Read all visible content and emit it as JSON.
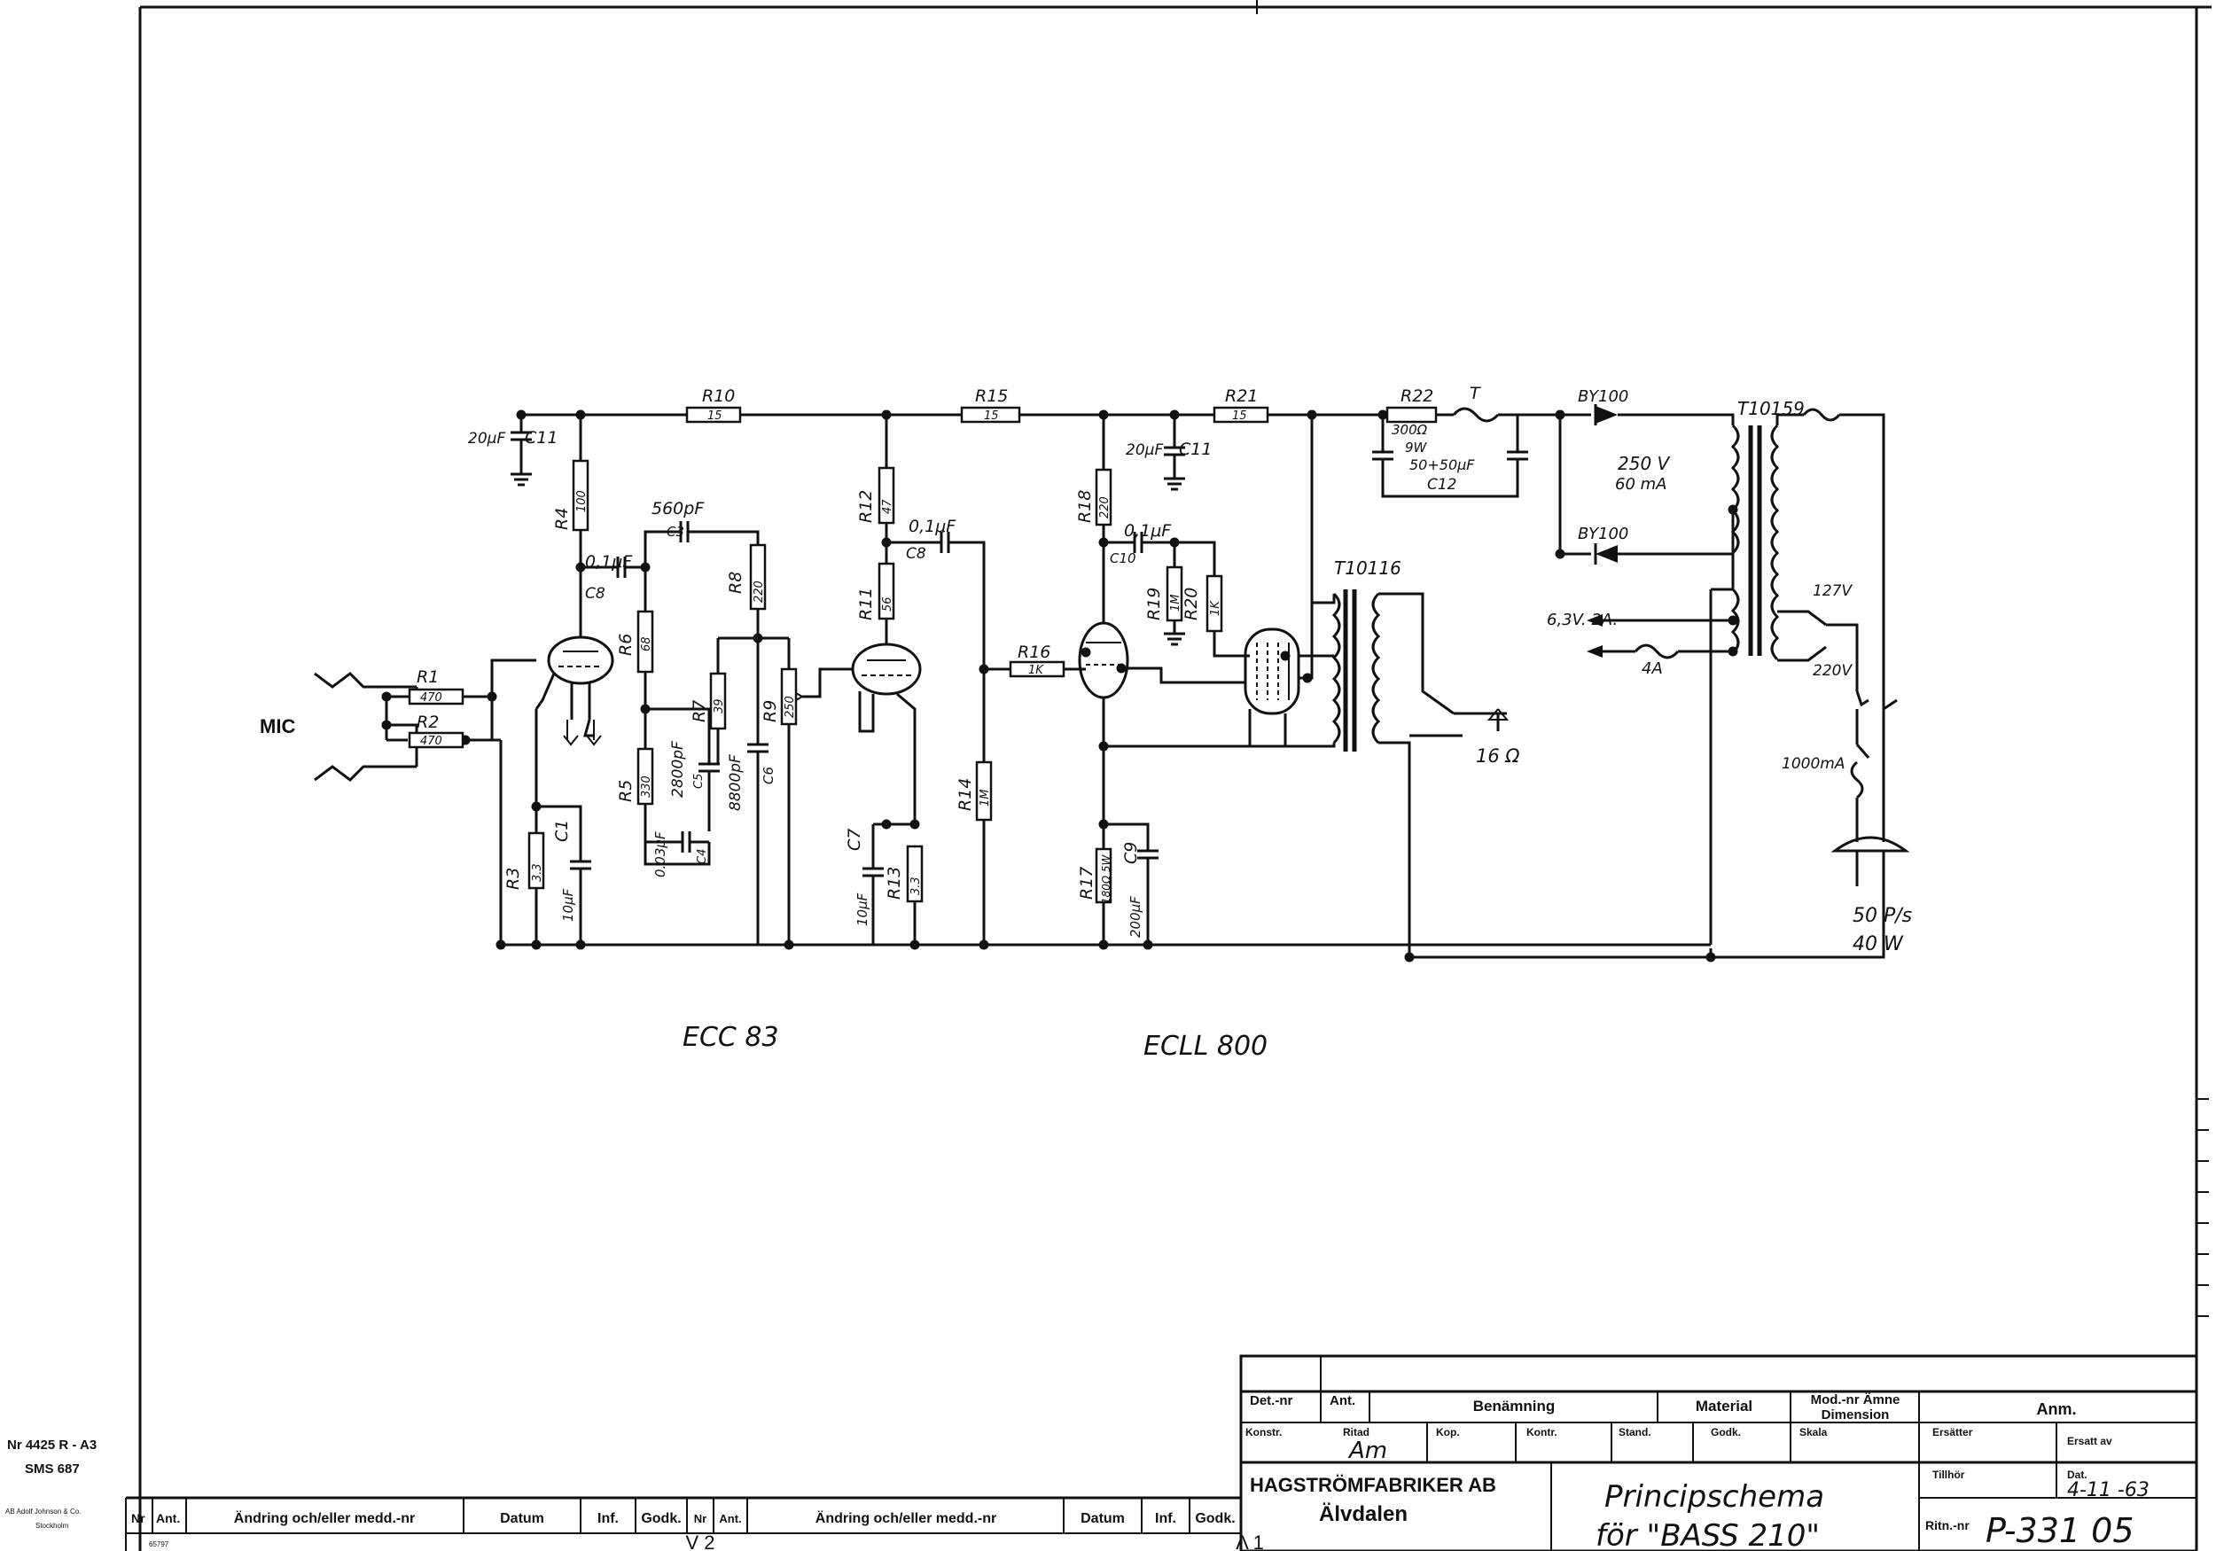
{
  "labels": {
    "mic": "MIC",
    "tube1": "ECC 83",
    "tube2": "ECLL 800",
    "supply": "50 P/s",
    "power": "40 W",
    "load": "16 Ω",
    "heater": "6,3V. 2A.",
    "fuse_heater": "4A",
    "fuse_mains": "1000mA",
    "hv": "250 V",
    "hv_current": "60 mA",
    "tap127": "127V",
    "tap220": "220V",
    "t_out": "T10116",
    "t_mains": "T10159",
    "t_fuse": "T",
    "diode1": "BY100",
    "diode2": "BY100"
  },
  "components": {
    "R1": "R1",
    "R1v": "470",
    "R2": "R2",
    "R2v": "470",
    "R3": "R3",
    "R3v": "3.3",
    "R4": "R4",
    "R4v": "100",
    "R5": "R5",
    "R5v": "330",
    "R6": "R6",
    "R6v": "68",
    "R7": "R7",
    "R7v": "39",
    "R8": "R8",
    "R8v": "220",
    "R9": "R9",
    "R9v": "250",
    "R10": "R10",
    "R10v": "15",
    "R11": "R11",
    "R11v": "56",
    "R12": "R12",
    "R12v": "47",
    "R13": "R13",
    "R13v": "3.3",
    "R14": "R14",
    "R14v": "1M",
    "R15": "R15",
    "R15v": "15",
    "R16": "R16",
    "R16v": "1K",
    "R17": "R17",
    "R17v": "180Ω 5W",
    "R18": "R18",
    "R18v": "220",
    "R19": "R19",
    "R19v": "1M",
    "R20": "R20",
    "R20v": "1K",
    "R21": "R21",
    "R21v": "15",
    "R22": "R22",
    "R22v": "300Ω",
    "R22w": "9W",
    "C1": "C1",
    "C1v": "10μF",
    "C3": "C3",
    "C3v": "560pF",
    "C4": "C4",
    "C4v": "0.03μF",
    "C5": "C5",
    "C5v": "2800pF",
    "C6": "C6",
    "C6v": "8800pF",
    "C7": "C7",
    "C7v": "10μF",
    "C8a": "C8",
    "C8av": "0,1μF",
    "C8b": "C8",
    "C8bv": "0,1μF",
    "C9": "C9",
    "C9v": "200μF",
    "C10": "C10",
    "C10v": "0,1μF",
    "C11a": "C11",
    "C11av": "20μF",
    "C11b": "C11",
    "C11bv": "20μF",
    "C12": "C12",
    "C12v": "50+50μF"
  },
  "sidebar": {
    "line1": "Nr 4425 R - A3",
    "line2": "SMS 687",
    "line3": "AB Adolf Johnson & Co.",
    "line4": "Stockholm",
    "small": "65797"
  },
  "revision": {
    "nr": "Nr",
    "ant": "Ant.",
    "change": "Ändring och/eller medd.-nr",
    "datum": "Datum",
    "inf": "Inf.",
    "godk": "Godk.",
    "nr2": "Nr",
    "ant2": "Ant.",
    "change2": "Ändring och/eller medd.-nr",
    "datum2": "Datum",
    "inf2": "Inf.",
    "godk2": "Godk.",
    "mark_v2": "V 2",
    "mark_a1": "Λ 1"
  },
  "title_block": {
    "det_nr": "Det.-nr",
    "ant": "Ant.",
    "benamning": "Benämning",
    "material": "Material",
    "mod_nr_1": "Mod.-nr Ämne",
    "mod_nr_2": "Dimension",
    "anm": "Anm.",
    "konstr": "Konstr.",
    "ritad": "Ritad",
    "ritad_sign": "Am",
    "kop": "Kop.",
    "kontr": "Kontr.",
    "stand": "Stand.",
    "godk": "Godk.",
    "skala": "Skala",
    "ersatter": "Ersätter",
    "ersatt_av": "Ersatt av",
    "tillhor": "Tillhör",
    "dat": "Dat.",
    "date_value": "4-11 -63",
    "company": "HAGSTRÖMFABRIKER AB",
    "city": "Älvdalen",
    "title_1": "Principschema",
    "title_2": "för \"BASS 210\"",
    "ritn_nr": "Ritn.-nr",
    "drawing_number": "P-331 05"
  }
}
